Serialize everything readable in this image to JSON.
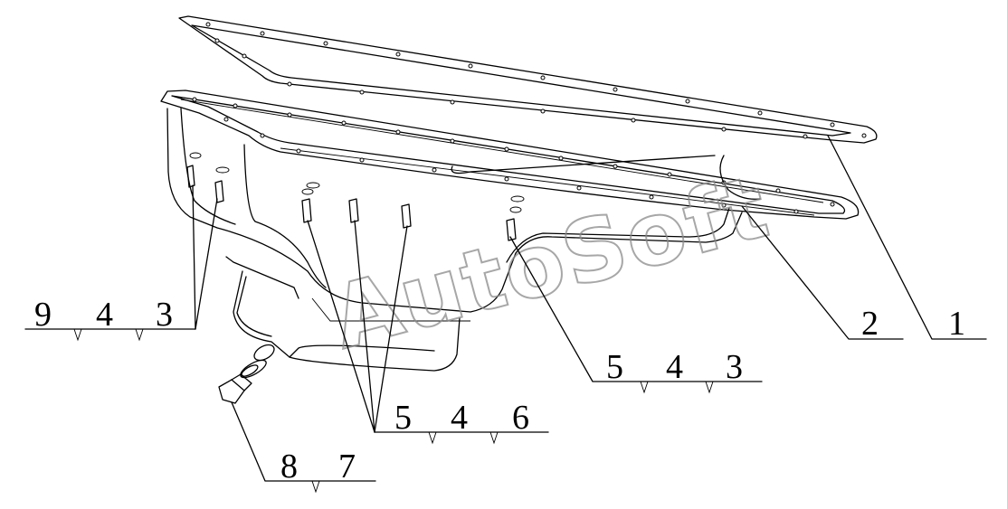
{
  "watermark": "AutoSoft",
  "callouts": {
    "gasket": "1",
    "pan_flange": "2",
    "group_left": [
      "9",
      "4",
      "3"
    ],
    "group_right": [
      "5",
      "4",
      "3"
    ],
    "group_center": [
      "5",
      "4",
      "6"
    ],
    "group_drain": [
      "8",
      "7"
    ]
  },
  "colors": {
    "line": "#000000",
    "background": "#ffffff",
    "watermark": "#8a8a8a"
  }
}
